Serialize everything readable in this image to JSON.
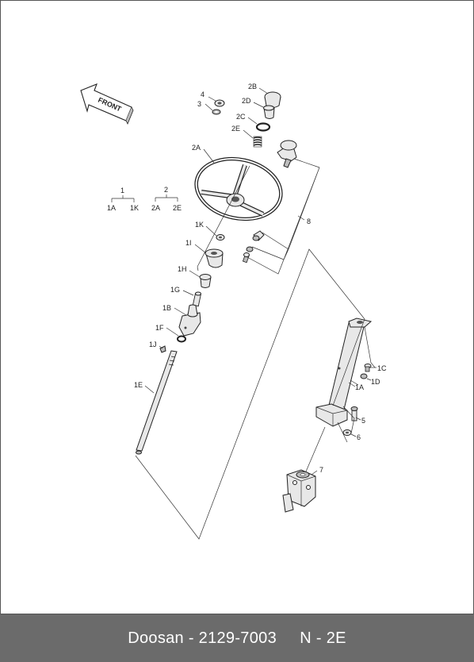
{
  "diagram": {
    "front_arrow_text": "FRONT",
    "group_1": {
      "label": "1",
      "children": [
        "1A",
        "1K"
      ]
    },
    "group_2": {
      "label": "2",
      "children": [
        "2A",
        "2E"
      ]
    },
    "callouts": {
      "c4": "4",
      "c3": "3",
      "c2B": "2B",
      "c2D": "2D",
      "c2C": "2C",
      "c2E": "2E",
      "c2A": "2A",
      "c8": "8",
      "c1K": "1K",
      "c1I": "1I",
      "c1H": "1H",
      "c1G": "1G",
      "c1B": "1B",
      "c1F": "1F",
      "c1J": "1J",
      "c1E": "1E",
      "c1C": "1C",
      "c1D": "1D",
      "c1A": "1A",
      "c5": "5",
      "c6": "6",
      "c7": "7"
    }
  },
  "footer": {
    "caption": "Doosan - 2129-7003     N - 2E"
  }
}
